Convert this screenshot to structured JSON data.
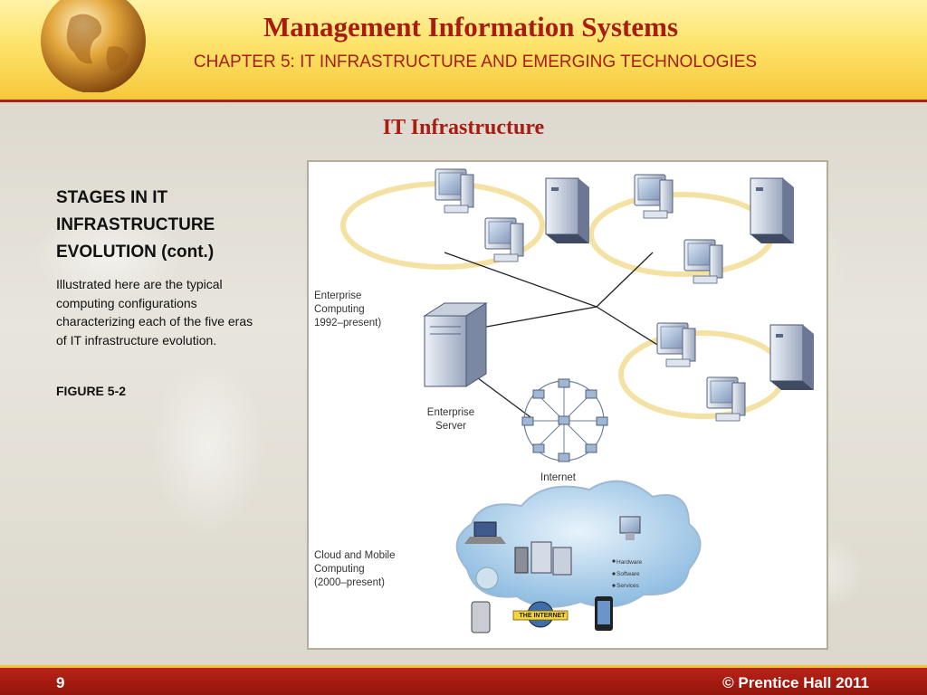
{
  "header": {
    "title": "Management Information Systems",
    "subtitle": "CHAPTER 5: IT INFRASTRUCTURE AND EMERGING TECHNOLOGIES"
  },
  "slide": {
    "title": "IT Infrastructure",
    "heading": "STAGES IN IT INFRASTRUCTURE EVOLUTION (cont.)",
    "body": "Illustrated here are the typical computing configurations characterizing each of the five eras of IT infrastructure evolution.",
    "figure_ref": "FIGURE 5-2"
  },
  "figure": {
    "enterprise_label_1": "Enterprise",
    "enterprise_label_2": "Computing",
    "enterprise_label_3": "1992–present)",
    "server_label_1": "Enterprise",
    "server_label_2": "Server",
    "internet_label": "Internet",
    "cloud_label_1": "Cloud and Mobile",
    "cloud_label_2": "Computing",
    "cloud_label_3": "(2000–present)",
    "cloud_items": [
      "Hardware",
      "Software",
      "Services"
    ],
    "the_internet": "THE INTERNET"
  },
  "footer": {
    "page_number": "9",
    "copyright": "©  Prentice Hall 2011"
  }
}
